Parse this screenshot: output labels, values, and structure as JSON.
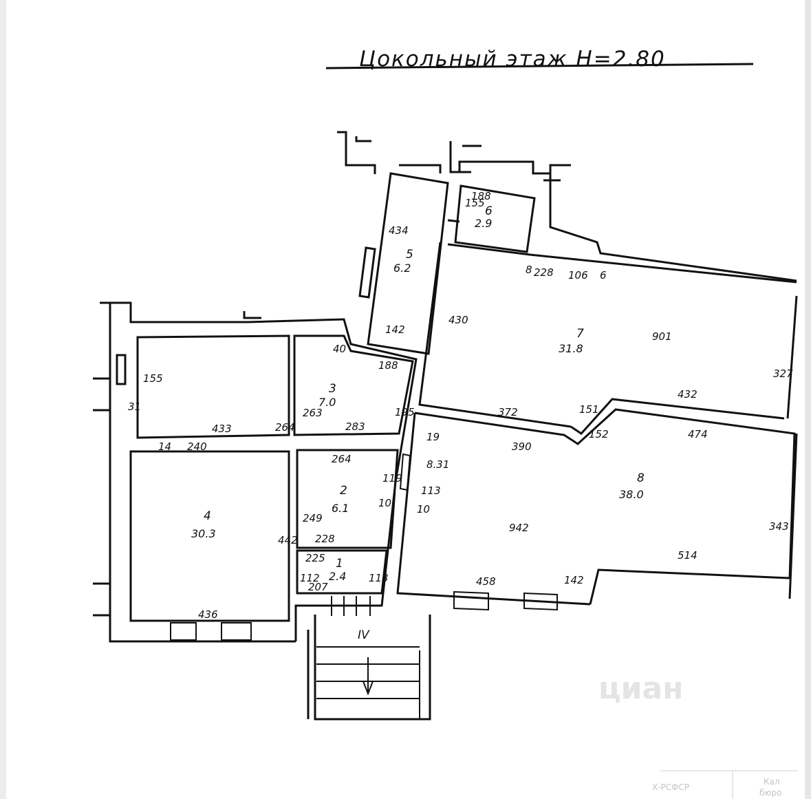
{
  "sheet": {
    "title": "Цокольный этаж H=2.80",
    "staircase_label": "IV",
    "watermark": "циан",
    "stamp": [
      "Х-РСФСР",
      "Кал",
      "бюро"
    ]
  },
  "rooms": [
    {
      "id": "1",
      "number": "1",
      "area": "2.4"
    },
    {
      "id": "2",
      "number": "2",
      "area": "6.1"
    },
    {
      "id": "3",
      "number": "3",
      "area": "7.0"
    },
    {
      "id": "4",
      "number": "4",
      "area": "30.3"
    },
    {
      "id": "5",
      "number": "5",
      "area": "6.2"
    },
    {
      "id": "6",
      "number": "6",
      "area": "2.9"
    },
    {
      "id": "7",
      "number": "7",
      "area": "31.8"
    },
    {
      "id": "8",
      "number": "8",
      "area": "38.0"
    }
  ],
  "dimensions": {
    "r6_top": "188",
    "r6_side": "155",
    "r5_side": "434",
    "r5_bottom": "142",
    "r7_top_a": "8",
    "r7_top_b": "228",
    "r7_top_c": "106",
    "r7_top_d": "6",
    "r7_left": "430",
    "r7_right": "901",
    "r7_side": "327",
    "r7_bottom": "372",
    "r7_diag": "151",
    "r7_bottom_right": "432",
    "r3_top_left": "40",
    "r3_top": "188",
    "r3_right": "195",
    "r3_left": "263",
    "r3_bottom": "283",
    "rA_left": "155",
    "rA_small": "31",
    "rA_bottom": "433",
    "rA_right": "264",
    "w_14": "14",
    "w_240": "240",
    "r2_top": "264",
    "r2_right": "119",
    "r2_left": "249",
    "r2_10": "10",
    "r2_bottom": "228",
    "r1_top": "225",
    "r1_left": "112",
    "r1_bottom": "207",
    "r1_right": "113",
    "r4_right": "442",
    "r4_bottom": "436",
    "r8_19": "19",
    "r8_831": "8.31",
    "r8_113": "113",
    "r8_10": "10",
    "r8_top_a": "390",
    "r8_diag": "152",
    "r8_top": "474",
    "r8_middle": "942",
    "r8_right": "343",
    "r8_bottom_right": "514",
    "r8_142": "142",
    "r8_bottom": "458"
  }
}
